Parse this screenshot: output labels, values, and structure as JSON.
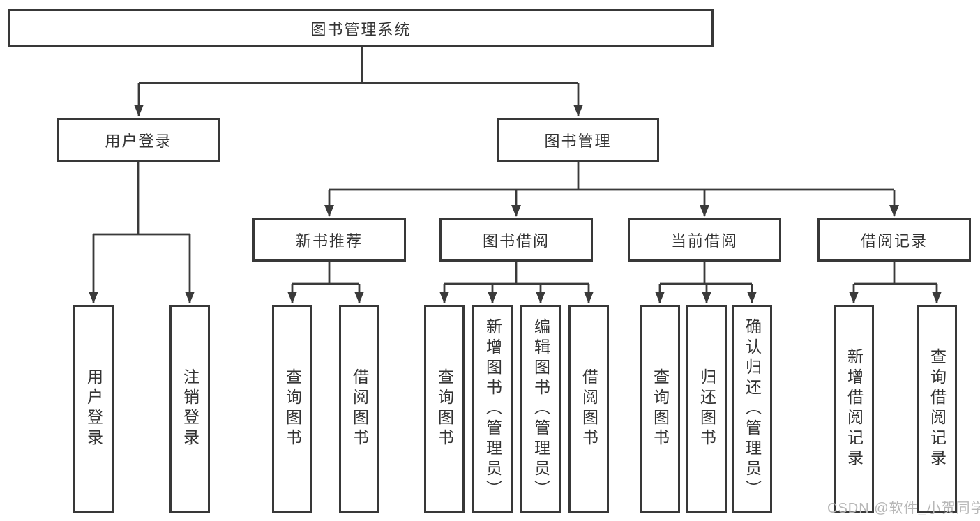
{
  "diagram": {
    "title": "图书管理系统",
    "level1": [
      {
        "label": "用户登录",
        "children": [
          "用户登录",
          "注销登录"
        ]
      },
      {
        "label": "图书管理"
      }
    ],
    "level2": [
      {
        "label": "新书推荐",
        "children": [
          "查询图书",
          "借阅图书"
        ]
      },
      {
        "label": "图书借阅",
        "children": [
          "查询图书",
          "新增图书（管理员）",
          "编辑图书（管理员）",
          "借阅图书"
        ]
      },
      {
        "label": "当前借阅",
        "children": [
          "查询图书",
          "归还图书",
          "确认归还（管理员）"
        ]
      },
      {
        "label": "借阅记录",
        "children": [
          "新增借阅记录",
          "查询借阅记录"
        ]
      }
    ],
    "colors": {
      "line": "#3a3a3a",
      "border": "#383838",
      "text": "#333333",
      "background": "#ffffff",
      "watermark": "#b7b7b7"
    }
  },
  "watermark": {
    "text": "CSDN @软件_小贺同学"
  }
}
